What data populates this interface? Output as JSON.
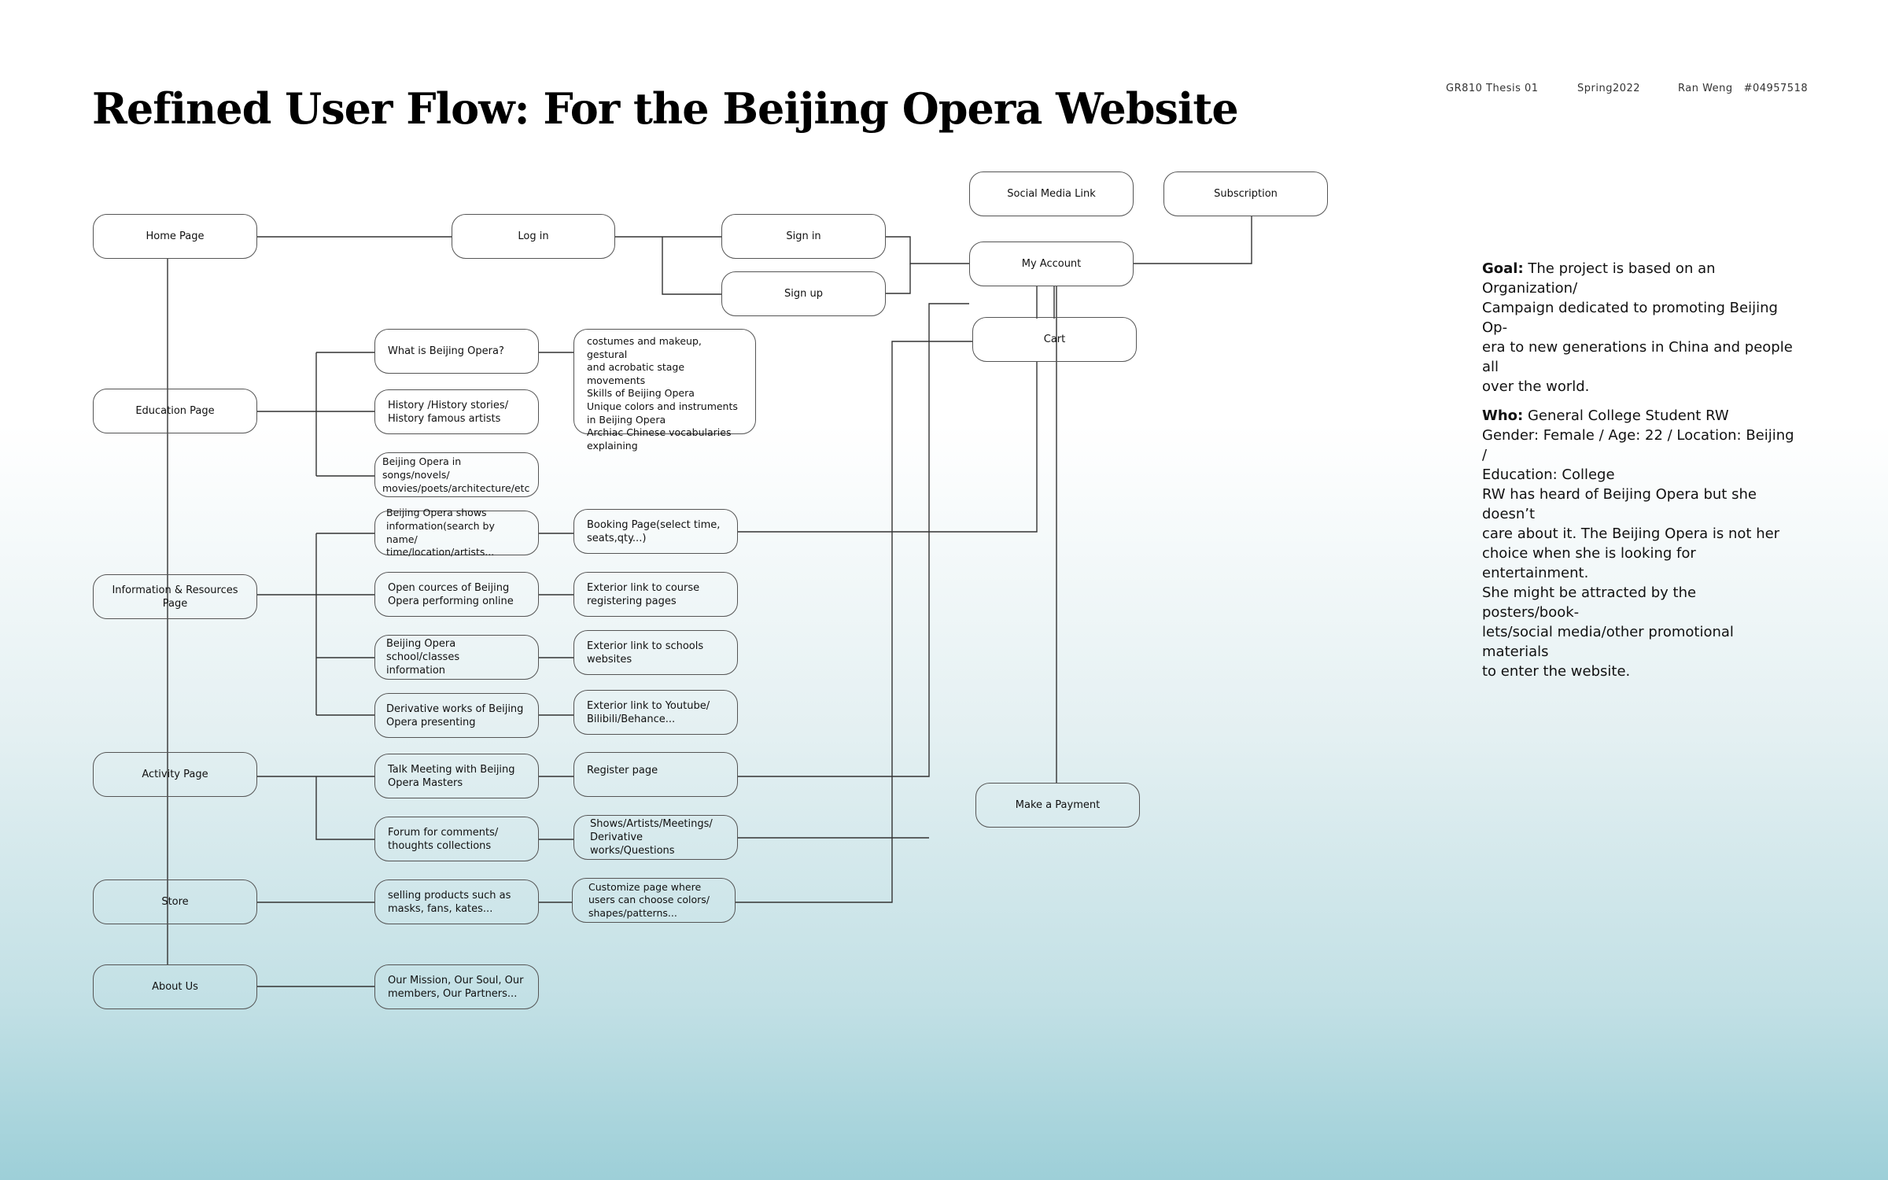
{
  "header": {
    "title": "Refined User Flow: For the Beijing Opera Website",
    "course": "GR810 Thesis 01",
    "term": "Spring2022",
    "author": "Ran Weng   #04957518"
  },
  "nodes": {
    "home": "Home Page",
    "login": "Log in",
    "signin": "Sign in",
    "signup": "Sign up",
    "social": "Social Media Link",
    "subscription": "Subscription",
    "account": "My Account",
    "cart": "Cart",
    "payment": "Make a Payment",
    "education": "Education Page",
    "info": "Information & Resources Page",
    "activity": "Activity Page",
    "store": "Store",
    "about": "About Us",
    "what_is": "What is Beijing Opera?",
    "what_is_detail": [
      "costumes and makeup, gestural",
      "and acrobatic stage movements",
      "Skills of Beijing Opera",
      "Unique colors and instruments",
      "in Beijing Opera",
      "Archiac Chinese vocabularies",
      "explaining"
    ],
    "history": [
      "History /History stories/",
      "History famous artists"
    ],
    "in_songs": [
      "Beijing Opera in songs/novels/",
      "movies/poets/architecture/etc"
    ],
    "shows_info": [
      "Beijing Opera shows",
      "information(search by name/",
      "time/location/artists..."
    ],
    "booking": [
      "Booking Page(select time,",
      "seats,qty...)"
    ],
    "open_courses": [
      "Open cources of Beijing",
      "Opera performing online"
    ],
    "course_link": [
      "Exterior link to course",
      "registering pages"
    ],
    "school": [
      "Beijing Opera school/classes",
      "information"
    ],
    "school_link": [
      "Exterior link to schools",
      "websites"
    ],
    "derivative": [
      "Derivative works of Beijing",
      "Opera presenting"
    ],
    "youtube_link": [
      "Exterior link to Youtube/",
      "Bilibili/Behance..."
    ],
    "talk": [
      "Talk Meeting with Beijing",
      "Opera Masters"
    ],
    "register": "Register page",
    "forum": [
      "Forum for comments/",
      "thoughts collections"
    ],
    "shows_artists": [
      "Shows/Artists/Meetings/",
      "Derivative works/Questions"
    ],
    "selling": [
      "selling products such as",
      "masks, fans, kates..."
    ],
    "customize": [
      "Customize page where",
      "users can choose colors/",
      "shapes/patterns..."
    ],
    "mission": [
      "Our Mission, Our Soul, Our",
      "members, Our Partners..."
    ]
  },
  "notes": {
    "goal_label": "Goal:",
    "goal_lines": [
      " The project is based on an Organization/",
      "Campaign dedicated to promoting Beijing Op-",
      "era to new generations in China and people all",
      "over the world."
    ],
    "who_label": "Who:",
    "who_lines": [
      " General College Student RW",
      "Gender: Female / Age: 22 / Location: Beijing /",
      "Education: College",
      "RW has heard of Beijing Opera but she doesn’t",
      "care about it. The Beijing Opera is not her",
      "choice when she is looking for entertainment.",
      "She might be attracted by the posters/book-",
      "lets/social media/other promotional materials",
      "to enter the website."
    ]
  }
}
